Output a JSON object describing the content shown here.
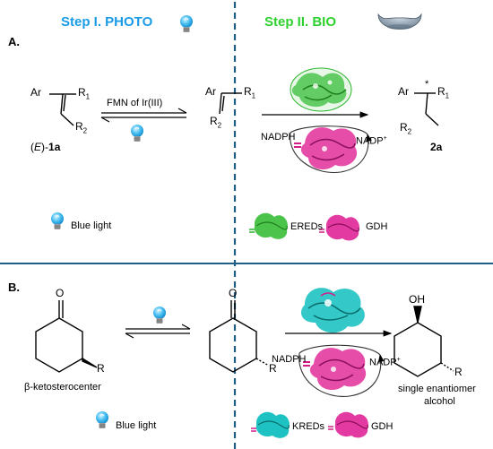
{
  "header": {
    "step1": "Step I. PHOTO",
    "step2": "Step II. BIO"
  },
  "panel_a": {
    "label": "A.",
    "sub1": {
      "ar": "Ar",
      "r1": "R",
      "r1_sub": "1",
      "r2": "R",
      "r2_sub": "2"
    },
    "substrate_label_pre": "(",
    "substrate_label_e": "E",
    "substrate_label_mid": ")-",
    "substrate_label_num": "1a",
    "catalyst": "FMN of Ir(III)",
    "sub2": {
      "ar": "Ar",
      "r1": "R",
      "r1_sub": "1",
      "r2": "R",
      "r2_sub": "2"
    },
    "cofactor_left": "NADPH",
    "cofactor_right": "NADP",
    "cofactor_right_sup": "+",
    "prod": {
      "ar": "Ar",
      "r1": "R",
      "r1_sub": "1",
      "r2": "R",
      "r2_sub": "2",
      "star": "*"
    },
    "product_label": "2a",
    "legend_light": "Blue light",
    "legend_enzyme1": "EREDs",
    "legend_enzyme2": "GDH"
  },
  "panel_b": {
    "label": "B.",
    "sub1": {
      "o": "O",
      "r": "R"
    },
    "substrate_label": "β-ketosterocenter",
    "sub2": {
      "o": "O",
      "r": "R"
    },
    "cofactor_left": "NADPH",
    "cofactor_right": "NADP",
    "cofactor_right_sup": "+",
    "prod": {
      "oh": "OH",
      "r": "R"
    },
    "product_label_1": "single enantiomer",
    "product_label_2": "alcohol",
    "legend_light": "Blue light",
    "legend_enzyme1": "KREDs",
    "legend_enzyme2": "GDH"
  },
  "colors": {
    "step1": "#1a9be6",
    "step2": "#2fd12f",
    "divider": "#1f5f87",
    "bulb": "#1aa7ec",
    "ered": "#2db52d",
    "kred": "#19b7b7",
    "gdh": "#d41e8a",
    "binding_cup": "#7d8fa0"
  },
  "icons": [
    "light-bulb-icon",
    "protein-binding-cup-icon",
    "ered-enzyme-icon",
    "kred-enzyme-icon",
    "gdh-enzyme-icon"
  ]
}
